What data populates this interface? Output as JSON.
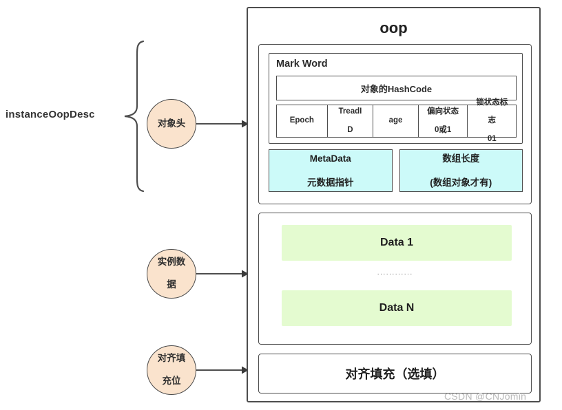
{
  "diagram": {
    "left_label": "instanceOopDesc",
    "watermark": "CSDN @CNJomin",
    "colors": {
      "circle_fill": "#fae3cd",
      "meta_fill": "#ccfaf9",
      "data_fill": "#e4fbd0",
      "stroke": "#4d4d4d",
      "background": "#ffffff"
    },
    "circles": [
      {
        "id": "object-header",
        "line1": "对象头",
        "line2": ""
      },
      {
        "id": "instance-data",
        "line1": "实例数",
        "line2": "据"
      },
      {
        "id": "alignment-padding",
        "line1": "对齐填",
        "line2": "充位"
      }
    ],
    "oop": {
      "title": "oop",
      "header_block": {
        "markword": {
          "title": "Mark Word",
          "hashcode": "对象的HashCode",
          "fields": [
            {
              "name": "epoch",
              "line1": "Epoch",
              "line2": ""
            },
            {
              "name": "thread-id",
              "line1": "TreadI",
              "line2": "D"
            },
            {
              "name": "age",
              "line1": "age",
              "line2": ""
            },
            {
              "name": "biased-state",
              "line1": "偏向状态",
              "line2": "0或1"
            },
            {
              "name": "lock-state-flag",
              "line1": "锁状态标",
              "line2": "志",
              "line3": "01"
            }
          ]
        },
        "meta_boxes": [
          {
            "name": "metadata",
            "line1": "MetaData",
            "line2": "元数据指针"
          },
          {
            "name": "array-length",
            "line1": "数组长度",
            "line2": "(数组对象才有)"
          }
        ]
      },
      "data_block": {
        "first": "Data 1",
        "dots": "············",
        "last": "Data N"
      },
      "padding_block": "对齐填充（选填）"
    }
  }
}
